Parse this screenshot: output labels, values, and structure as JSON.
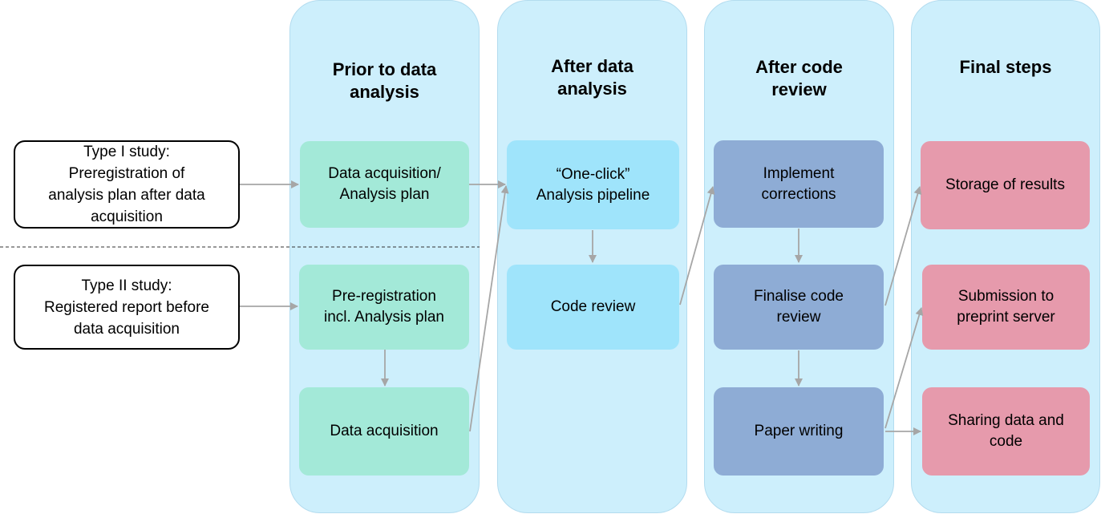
{
  "studies": {
    "type1": "Type I study:\nPreregistration of\nanalysis plan after data\nacquisition",
    "type2": "Type II study:\nRegistered report before\ndata acquisition"
  },
  "columns": {
    "prior": {
      "title": "Prior to data\nanalysis",
      "box_acq_plan": "Data acquisition/\nAnalysis plan",
      "box_prereg": "Pre-registration\nincl. Analysis plan",
      "box_acq": "Data acquisition"
    },
    "after_analysis": {
      "title": "After data\nanalysis",
      "box_pipeline": "“One-click”\nAnalysis pipeline",
      "box_review": "Code review"
    },
    "after_review": {
      "title": "After code\nreview",
      "box_implement": "Implement\ncorrections",
      "box_finalise": "Finalise code\nreview",
      "box_paper": "Paper writing"
    },
    "final": {
      "title": "Final steps",
      "box_storage": "Storage of results",
      "box_preprint": "Submission to\npreprint server",
      "box_sharing": "Sharing data and\ncode"
    }
  },
  "colors": {
    "column_bg": "#cdeffc",
    "green": "#a3e9d8",
    "cyan": "#9fe4fb",
    "blue": "#8eacd5",
    "pink": "#e69aac",
    "arrow": "#a6a6a6"
  }
}
